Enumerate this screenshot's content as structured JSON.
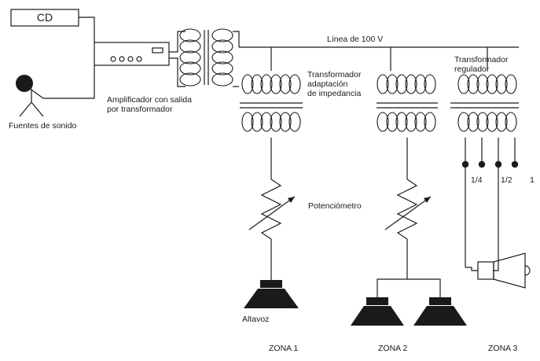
{
  "sources": {
    "cd_label": "CD",
    "sound_sources_label": "Fuentes de sonido"
  },
  "amplifier": {
    "label_line1": "Amplificador con salida",
    "label_line2": "por transformador"
  },
  "line": {
    "label": "Línea de 100 V"
  },
  "zone1": {
    "transformer_line1": "Transformador",
    "transformer_line2": "adaptación",
    "transformer_line3": "de impedancia",
    "pot_label": "Potenciómetro",
    "speaker_label": "Altavoz",
    "zone_label": "ZONA 1"
  },
  "zone2": {
    "zone_label": "ZONA 2"
  },
  "zone3": {
    "transformer_line1": "Transformador",
    "transformer_line2": "regulador",
    "tap_labels": [
      "1/4",
      "1/2",
      "1"
    ],
    "zone_label": "ZONA 3"
  }
}
